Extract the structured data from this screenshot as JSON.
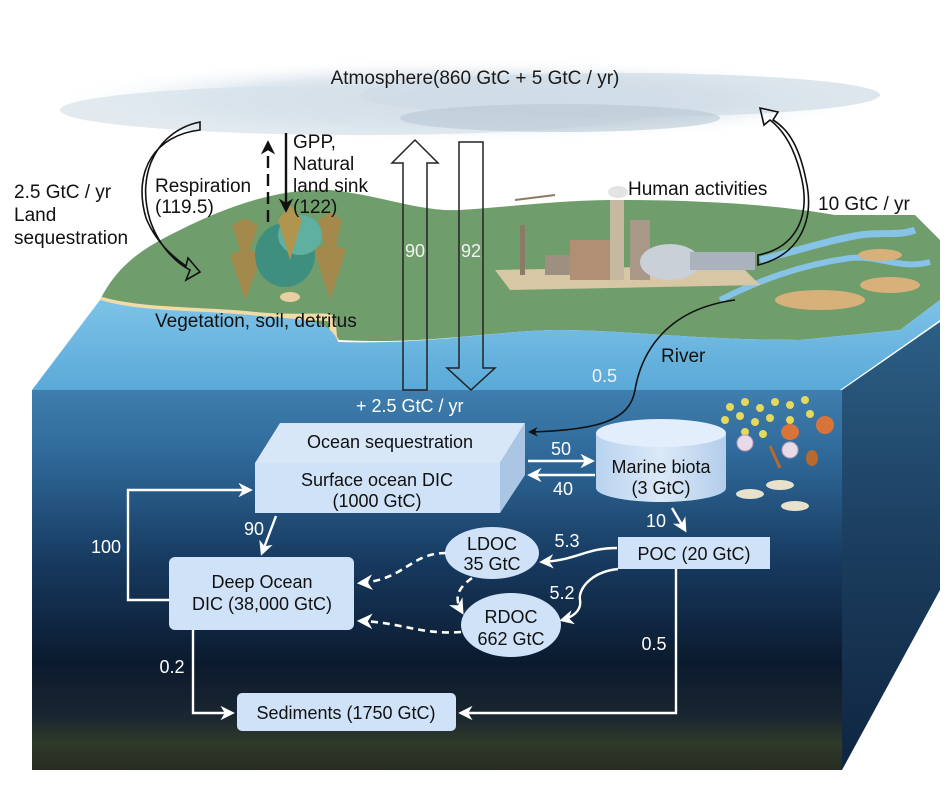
{
  "title": "Atmosphere(860 GtC + 5 GtC / yr)",
  "atmosphere": {
    "label": "Atmosphere(860 GtC + 5 GtC / yr)"
  },
  "land": {
    "sequestration_rate": "2.5 GtC / yr",
    "sequestration_label_1": "Land",
    "sequestration_label_2": "sequestration",
    "respiration_label": "Respiration",
    "respiration_value": "(119.5)",
    "gpp_label_1": "GPP,",
    "gpp_label_2": "Natural",
    "gpp_label_3": "land sink",
    "gpp_value": "(122)",
    "vegetation_label": "Vegetation, soil, detritus",
    "human_label": "Human activities",
    "human_rate": "10 GtC / yr",
    "river_label": "River",
    "river_flux": "0.5"
  },
  "air_sea": {
    "up_flux": "90",
    "down_flux": "92",
    "net_label": "+ 2.5 GtC / yr"
  },
  "ocean": {
    "sequestration_label": "Ocean sequestration",
    "surface_dic_1": "Surface ocean DIC",
    "surface_dic_2": "(1000 GtC)",
    "marine_biota_1": "Marine biota",
    "marine_biota_2": "(3 GtC)",
    "deep_dic_1": "Deep Ocean",
    "deep_dic_2": "DIC (38,000 GtC)",
    "ldoc_1": "LDOC",
    "ldoc_2": "35 GtC",
    "rdoc_1": "RDOC",
    "rdoc_2": "662 GtC",
    "poc": "POC (20 GtC)",
    "sediments": "Sediments (1750 GtC)"
  },
  "fluxes": {
    "surface_to_biota": "50",
    "biota_to_surface": "40",
    "biota_to_poc": "10",
    "surface_to_deep": "90",
    "deep_to_surface": "100",
    "poc_to_ldoc": "5.3",
    "poc_to_rdoc": "5.2",
    "deep_to_sediments": "0.2",
    "poc_to_sediments": "0.5"
  }
}
